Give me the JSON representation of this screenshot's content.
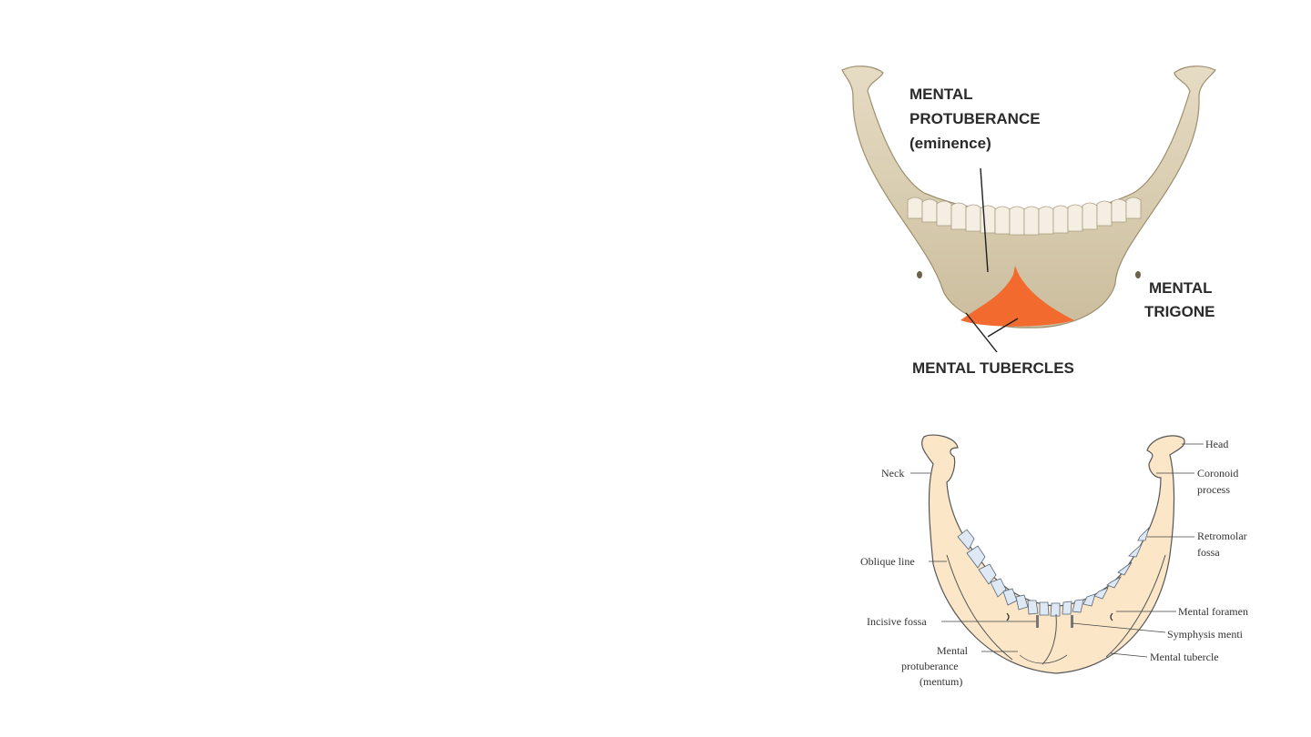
{
  "top_figure": {
    "label_protuberance_line1": "MENTAL",
    "label_protuberance_line2": "PROTUBERANCE",
    "label_protuberance_line3": "(eminence)",
    "label_trigone_line1": "MENTAL",
    "label_trigone_line2": "TRIGONE",
    "label_tubercles": "MENTAL TUBERCLES",
    "colors": {
      "bone": "#d9cdb0",
      "highlight": "#f26a2e",
      "label": "#2a2a2a"
    }
  },
  "bottom_figure": {
    "labels": {
      "head": "Head",
      "coronoid_1": "Coronoid",
      "coronoid_2": "process",
      "neck": "Neck",
      "retromolar_1": "Retromolar",
      "retromolar_2": "fossa",
      "oblique_line": "Oblique line",
      "mental_foramen": "Mental foramen",
      "incisive_fossa": "Incisive fossa",
      "symphysis_menti": "Symphysis menti",
      "mental_protuberance_1": "Mental",
      "mental_protuberance_2": "protuberance",
      "mental_protuberance_3": "(mentum)",
      "mental_tubercle": "Mental tubercle"
    },
    "colors": {
      "bone": "#fbe6c8",
      "outline": "#555555",
      "teeth": "#dfe9f5"
    }
  }
}
